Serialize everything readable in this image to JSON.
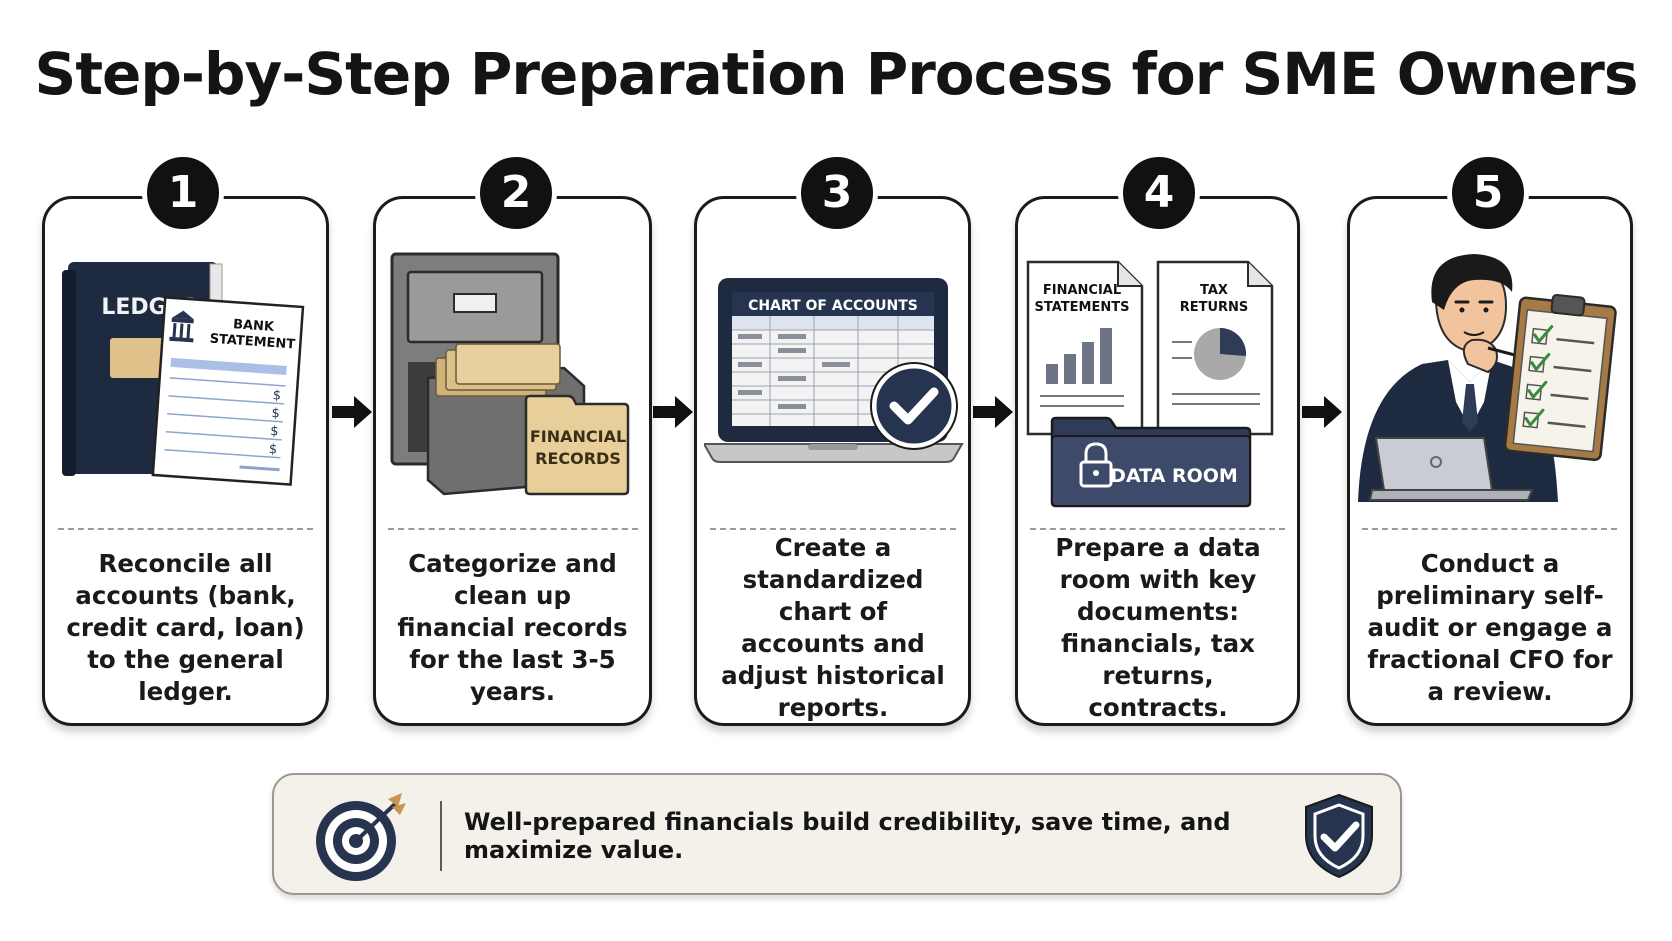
{
  "title": "Step-by-Step Preparation Process for SME Owners",
  "steps": [
    {
      "number": "1",
      "labels": [
        "LEDGER",
        "BANK",
        "STATEMENT",
        "$",
        "$",
        "$",
        "$"
      ],
      "description": "Reconcile all accounts (bank, credit card, loan) to the general ledger."
    },
    {
      "number": "2",
      "labels": [
        "FINANCIAL",
        "RECORDS"
      ],
      "description": "Categorize and clean up financial records for the last 3-5 years."
    },
    {
      "number": "3",
      "labels": [
        "CHART OF ACCOUNTS"
      ],
      "description": "Create a standardized chart of accounts and adjust historical reports."
    },
    {
      "number": "4",
      "labels": [
        "FINANCIAL",
        "STATEMENTS",
        "TAX",
        "RETURNS",
        "DATA ROOM"
      ],
      "description": "Prepare a data room with key documents: financials, tax returns, contracts."
    },
    {
      "number": "5",
      "labels": [],
      "description": "Conduct a preliminary self-audit or engage a fractional CFO for a review."
    }
  ],
  "banner": {
    "text": "Well-prepared financials build credibility, save time, and maximize value."
  },
  "colors": {
    "navy": "#26344f",
    "ink": "#111111",
    "manila": "#e8cf9a",
    "checkGreen": "#3a8a3a"
  }
}
